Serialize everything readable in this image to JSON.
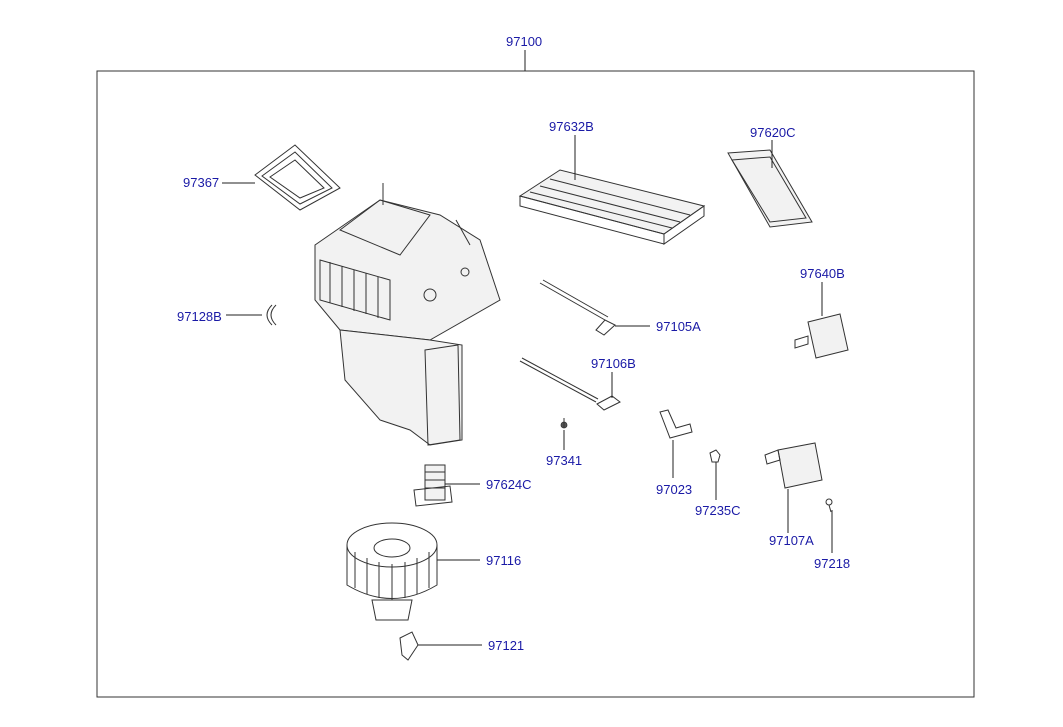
{
  "diagram": {
    "assembly_label": "97100",
    "parts": [
      {
        "id": "p97632B",
        "label": "97632B"
      },
      {
        "id": "p97620C",
        "label": "97620C"
      },
      {
        "id": "p97367",
        "label": "97367"
      },
      {
        "id": "p97640B",
        "label": "97640B"
      },
      {
        "id": "p97128B",
        "label": "97128B"
      },
      {
        "id": "p97105A",
        "label": "97105A"
      },
      {
        "id": "p97106B",
        "label": "97106B"
      },
      {
        "id": "p97341",
        "label": "97341"
      },
      {
        "id": "p97023",
        "label": "97023"
      },
      {
        "id": "p97624C",
        "label": "97624C"
      },
      {
        "id": "p97235C",
        "label": "97235C"
      },
      {
        "id": "p97107A",
        "label": "97107A"
      },
      {
        "id": "p97116",
        "label": "97116"
      },
      {
        "id": "p97218",
        "label": "97218"
      },
      {
        "id": "p97121",
        "label": "97121"
      }
    ],
    "colors": {
      "label": "#1a1aa6",
      "line": "#333333",
      "background": "#ffffff"
    }
  }
}
